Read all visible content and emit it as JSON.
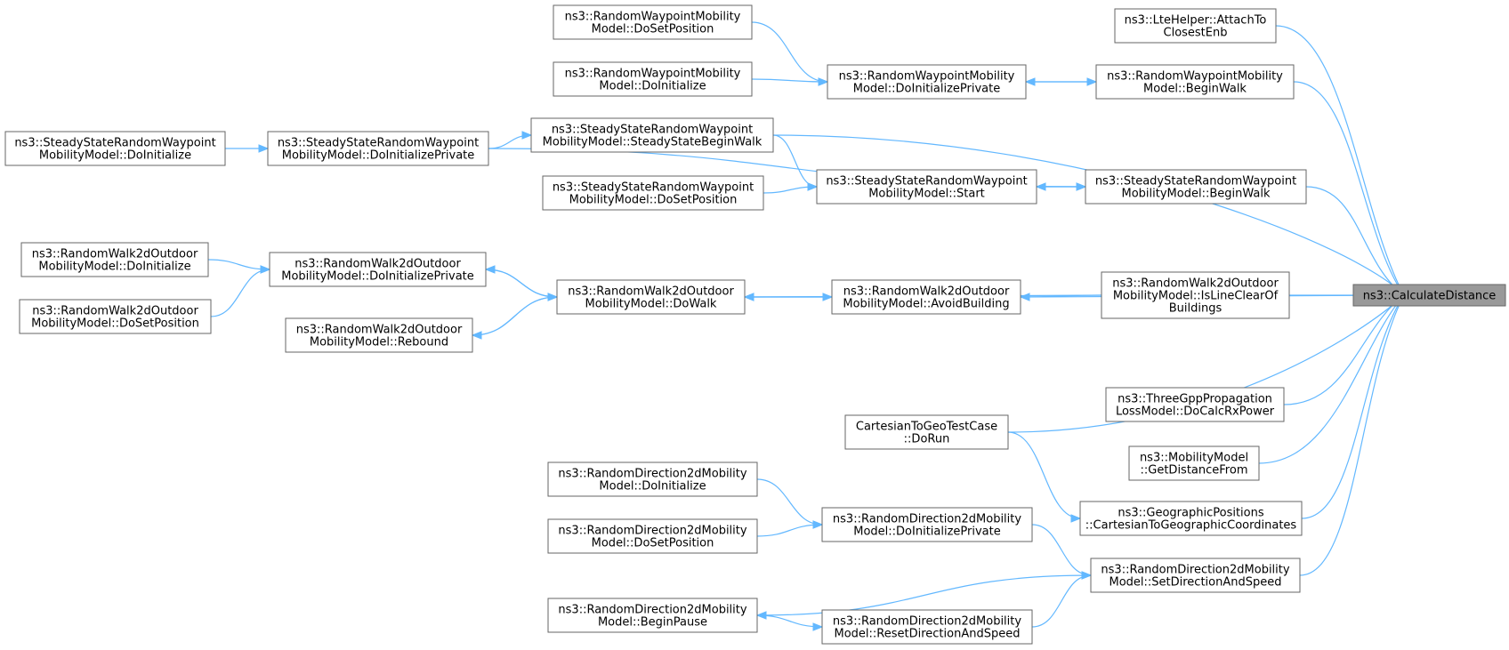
{
  "graph": {
    "colors": {
      "edge": "#63b8ff",
      "node_border": "#666666",
      "target_fill": "#999999",
      "background": "#ffffff"
    },
    "nodes": [
      {
        "id": "calc",
        "lines": [
          "ns3::CalculateDistance"
        ],
        "target": true
      },
      {
        "id": "lte_attach",
        "lines": [
          "ns3::LteHelper::AttachTo",
          "ClosestEnb"
        ]
      },
      {
        "id": "rwp_dosetpos",
        "lines": [
          "ns3::RandomWaypointMobility",
          "Model::DoSetPosition"
        ]
      },
      {
        "id": "rwp_doinit",
        "lines": [
          "ns3::RandomWaypointMobility",
          "Model::DoInitialize"
        ]
      },
      {
        "id": "rwp_doinitpriv",
        "lines": [
          "ns3::RandomWaypointMobility",
          "Model::DoInitializePrivate"
        ]
      },
      {
        "id": "rwp_beginwalk",
        "lines": [
          "ns3::RandomWaypointMobility",
          "Model::BeginWalk"
        ]
      },
      {
        "id": "ss_doinit",
        "lines": [
          "ns3::SteadyStateRandomWaypoint",
          "MobilityModel::DoInitialize"
        ]
      },
      {
        "id": "ss_doinitpriv",
        "lines": [
          "ns3::SteadyStateRandomWaypoint",
          "MobilityModel::DoInitializePrivate"
        ]
      },
      {
        "id": "ss_steadybeginwalk",
        "lines": [
          "ns3::SteadyStateRandomWaypoint",
          "MobilityModel::SteadyStateBeginWalk"
        ]
      },
      {
        "id": "ss_dosetpos",
        "lines": [
          "ns3::SteadyStateRandomWaypoint",
          "MobilityModel::DoSetPosition"
        ]
      },
      {
        "id": "ss_start",
        "lines": [
          "ns3::SteadyStateRandomWaypoint",
          "MobilityModel::Start"
        ]
      },
      {
        "id": "ss_beginwalk",
        "lines": [
          "ns3::SteadyStateRandomWaypoint",
          "MobilityModel::BeginWalk"
        ]
      },
      {
        "id": "rw_doinit",
        "lines": [
          "ns3::RandomWalk2dOutdoor",
          "MobilityModel::DoInitialize"
        ]
      },
      {
        "id": "rw_doinitpriv",
        "lines": [
          "ns3::RandomWalk2dOutdoor",
          "MobilityModel::DoInitializePrivate"
        ]
      },
      {
        "id": "rw_dosetpos",
        "lines": [
          "ns3::RandomWalk2dOutdoor",
          "MobilityModel::DoSetPosition"
        ]
      },
      {
        "id": "rw_dowalk",
        "lines": [
          "ns3::RandomWalk2dOutdoor",
          "MobilityModel::DoWalk"
        ]
      },
      {
        "id": "rw_rebound",
        "lines": [
          "ns3::RandomWalk2dOutdoor",
          "MobilityModel::Rebound"
        ]
      },
      {
        "id": "rw_avoid",
        "lines": [
          "ns3::RandomWalk2dOutdoor",
          "MobilityModel::AvoidBuilding"
        ]
      },
      {
        "id": "rw_lineclear",
        "lines": [
          "ns3::RandomWalk2dOutdoor",
          "MobilityModel::IsLineClearOf",
          "Buildings"
        ]
      },
      {
        "id": "tgpp",
        "lines": [
          "ns3::ThreeGppPropagation",
          "LossModel::DoCalcRxPower"
        ]
      },
      {
        "id": "cart_test",
        "lines": [
          "CartesianToGeoTestCase",
          "::DoRun"
        ]
      },
      {
        "id": "mm_getdist",
        "lines": [
          "ns3::MobilityModel",
          "::GetDistanceFrom"
        ]
      },
      {
        "id": "geo_cart",
        "lines": [
          "ns3::GeographicPositions",
          "::CartesianToGeographicCoordinates"
        ]
      },
      {
        "id": "rd_doinit",
        "lines": [
          "ns3::RandomDirection2dMobility",
          "Model::DoInitialize"
        ]
      },
      {
        "id": "rd_dosetpos",
        "lines": [
          "ns3::RandomDirection2dMobility",
          "Model::DoSetPosition"
        ]
      },
      {
        "id": "rd_doinitpriv",
        "lines": [
          "ns3::RandomDirection2dMobility",
          "Model::DoInitializePrivate"
        ]
      },
      {
        "id": "rd_setdir",
        "lines": [
          "ns3::RandomDirection2dMobility",
          "Model::SetDirectionAndSpeed"
        ]
      },
      {
        "id": "rd_beginpause",
        "lines": [
          "ns3::RandomDirection2dMobility",
          "Model::BeginPause"
        ]
      },
      {
        "id": "rd_reset",
        "lines": [
          "ns3::RandomDirection2dMobility",
          "Model::ResetDirectionAndSpeed"
        ]
      }
    ],
    "edges": [
      {
        "from": "lte_attach",
        "to": "calc"
      },
      {
        "from": "rwp_beginwalk",
        "to": "calc"
      },
      {
        "from": "ss_steadybeginwalk",
        "to": "calc"
      },
      {
        "from": "ss_beginwalk",
        "to": "calc"
      },
      {
        "from": "rw_avoid",
        "to": "calc"
      },
      {
        "from": "rw_lineclear",
        "to": "calc"
      },
      {
        "from": "cart_test",
        "to": "calc"
      },
      {
        "from": "tgpp",
        "to": "calc"
      },
      {
        "from": "mm_getdist",
        "to": "calc"
      },
      {
        "from": "geo_cart",
        "to": "calc"
      },
      {
        "from": "rd_setdir",
        "to": "calc"
      },
      {
        "from": "rwp_dosetpos",
        "to": "rwp_doinitpriv"
      },
      {
        "from": "rwp_doinit",
        "to": "rwp_doinitpriv"
      },
      {
        "from": "rwp_doinitpriv",
        "to": "rwp_beginwalk"
      },
      {
        "from": "rwp_beginwalk",
        "to": "rwp_doinitpriv"
      },
      {
        "from": "ss_doinit",
        "to": "ss_doinitpriv"
      },
      {
        "from": "ss_doinitpriv",
        "to": "ss_steadybeginwalk"
      },
      {
        "from": "ss_doinitpriv",
        "to": "ss_beginwalk"
      },
      {
        "from": "ss_steadybeginwalk",
        "to": "ss_start"
      },
      {
        "from": "ss_dosetpos",
        "to": "ss_start"
      },
      {
        "from": "ss_start",
        "to": "ss_beginwalk"
      },
      {
        "from": "ss_beginwalk",
        "to": "ss_start"
      },
      {
        "from": "rw_doinit",
        "to": "rw_doinitpriv"
      },
      {
        "from": "rw_dosetpos",
        "to": "rw_doinitpriv"
      },
      {
        "from": "rw_doinitpriv",
        "to": "rw_dowalk"
      },
      {
        "from": "rw_dowalk",
        "to": "rw_doinitpriv"
      },
      {
        "from": "rw_dowalk",
        "to": "rw_rebound"
      },
      {
        "from": "rw_rebound",
        "to": "rw_dowalk"
      },
      {
        "from": "rw_dowalk",
        "to": "rw_avoid"
      },
      {
        "from": "rw_avoid",
        "to": "rw_dowalk"
      },
      {
        "from": "rw_lineclear",
        "to": "rw_avoid"
      },
      {
        "from": "rw_lineclear",
        "to": "rw_dowalk"
      },
      {
        "from": "cart_test",
        "to": "geo_cart"
      },
      {
        "from": "rd_doinit",
        "to": "rd_doinitpriv"
      },
      {
        "from": "rd_dosetpos",
        "to": "rd_doinitpriv"
      },
      {
        "from": "rd_doinitpriv",
        "to": "rd_setdir"
      },
      {
        "from": "rd_setdir",
        "to": "rd_beginpause"
      },
      {
        "from": "rd_beginpause",
        "to": "rd_reset"
      },
      {
        "from": "rd_reset",
        "to": "rd_setdir"
      }
    ]
  }
}
